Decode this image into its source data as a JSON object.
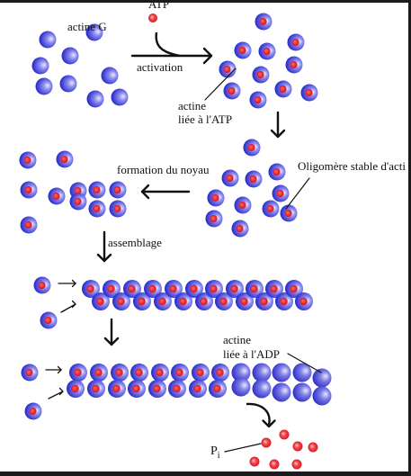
{
  "labels": {
    "atp": "ATP",
    "g_actin": "actine G",
    "activation": "activation",
    "atp_bound_line1": "actine",
    "atp_bound_line2": "liée à l'ATP",
    "nucleation": "formation du noyau",
    "stable_oligomer": "Oligomère stable d'acti",
    "assembly": "assemblage",
    "adp_bound_line1": "actine",
    "adp_bound_line2": "liée à l'ADP",
    "pi_main": "P",
    "pi_sub": "i"
  },
  "colors": {
    "monomer_outer": "#2a2ad0",
    "monomer_highlight": "#eceaff",
    "atp_core": "#e8142a",
    "adp_monomer": "#3535c8",
    "phosphate": "#ee3a3a",
    "frame": "#1b1b1b"
  },
  "icons": {
    "arrow": "arrow-icon",
    "curved_arrow": "curved-arrow-icon"
  }
}
